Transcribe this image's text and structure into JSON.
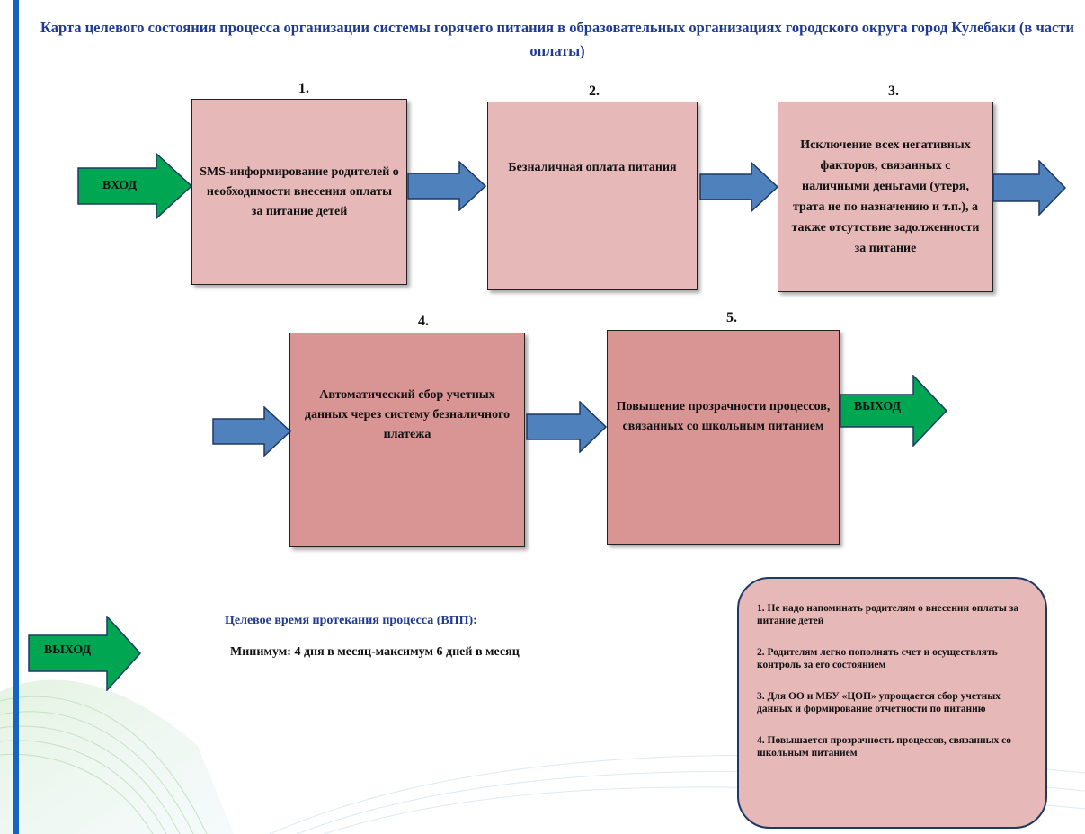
{
  "title": "Карта целевого состояния процесса организации системы горячего питания в образовательных организациях городского округа город Кулебаки (в части оплаты)",
  "steps": [
    {
      "number": "1.",
      "text": "SMS-информирование родителей о необходимости внесения оплаты за питание детей"
    },
    {
      "number": "2.",
      "text": "Безналичная оплата питания"
    },
    {
      "number": "3.",
      "text": "Исключение всех негативных факторов, связанных с наличными деньгами (утеря, трата не по назначению и т.п.), а также отсутствие задолженности за питание"
    },
    {
      "number": "4.",
      "text": "Автоматический сбор учетных данных через систему безналичного платежа"
    },
    {
      "number": "5.",
      "text": "Повышение прозрачности процессов, связанных со школьным питанием"
    }
  ],
  "entry_label": "ВХОД",
  "exit_label": "ВЫХОД",
  "legend_exit_label": "ВЫХОД",
  "target_time": {
    "title": "Целевое  время протекания процесса (ВПП):",
    "value": "Минимум: 4 дня в месяц-максимум 6 дней в месяц"
  },
  "results": [
    "1. Не надо напоминать родителям о внесении оплаты за питание детей",
    "2. Родителям легко пополнять счет и осуществлять контроль за  его состоянием",
    "3. Для ОО и МБУ «ЦОП» упрощается сбор учетных данных и формирование отчетности по питанию",
    "4. Повышается прозрачность процессов, связанных со школьным питанием"
  ],
  "colors": {
    "title": "#1f3a93",
    "box_light": "#e6b8b8",
    "box_dark": "#d99594",
    "flow_arrow": "#4f81bd",
    "io_arrow": "#00a651",
    "accent_bar": "#1565c0"
  }
}
